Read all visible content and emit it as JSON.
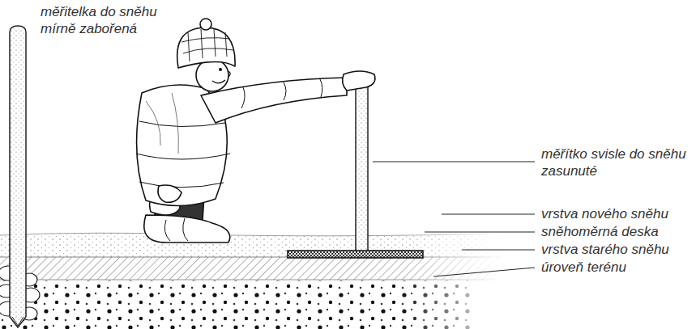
{
  "diagram": {
    "labels": [
      "měřitelka do sněhu mírně zabořená",
      "měřítko svisle do sněhu zasunuté",
      "vrstva nového sněhu",
      "sněhoměrná deska",
      "vrstva starého sněhu",
      "úroveň terénu"
    ]
  }
}
